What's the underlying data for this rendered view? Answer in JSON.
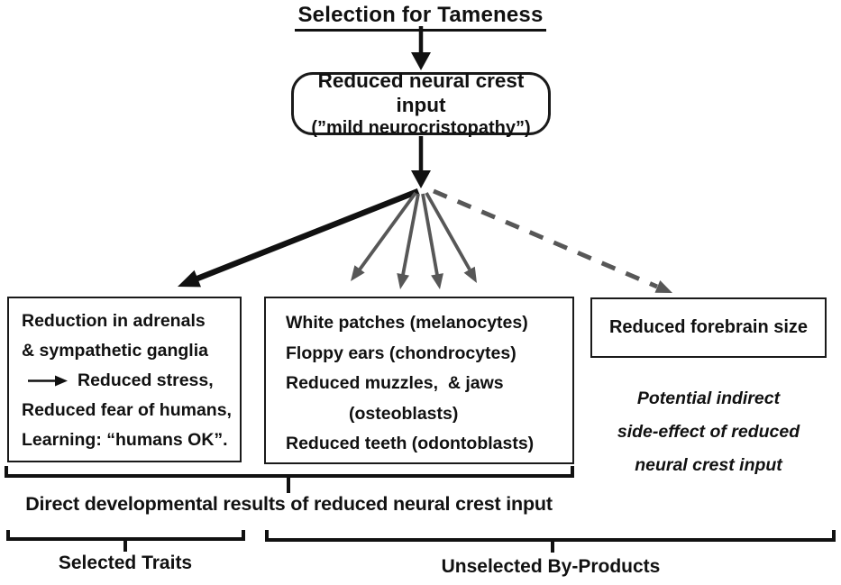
{
  "title": "Selection for Tameness",
  "root_box": {
    "line1": "Reduced neural crest input",
    "line2": "(”mild neurocristopathy”)"
  },
  "selected_box": {
    "line1": "Reduction in adrenals",
    "line2": "& sympathetic ganglia",
    "line3": "Reduced stress,",
    "line4": "Reduced fear of humans,",
    "line5": "Learning: “humans OK”."
  },
  "byproducts_box": {
    "line1": "White patches (melanocytes)",
    "line2": "Floppy ears (chondrocytes)",
    "line3": "Reduced muzzles,  & jaws",
    "line4": "(osteoblasts)",
    "line5": "Reduced teeth (odontoblasts)"
  },
  "forebrain_box": {
    "label": "Reduced forebrain size"
  },
  "note": {
    "line1": "Potential indirect",
    "line2": "side-effect of reduced",
    "line3": "neural crest input"
  },
  "captions": {
    "direct": "Direct developmental results of reduced neural crest input",
    "selected": "Selected Traits",
    "byproducts": "Unselected By-Products"
  },
  "colors": {
    "ink": "#111111",
    "gray": "#575757"
  }
}
